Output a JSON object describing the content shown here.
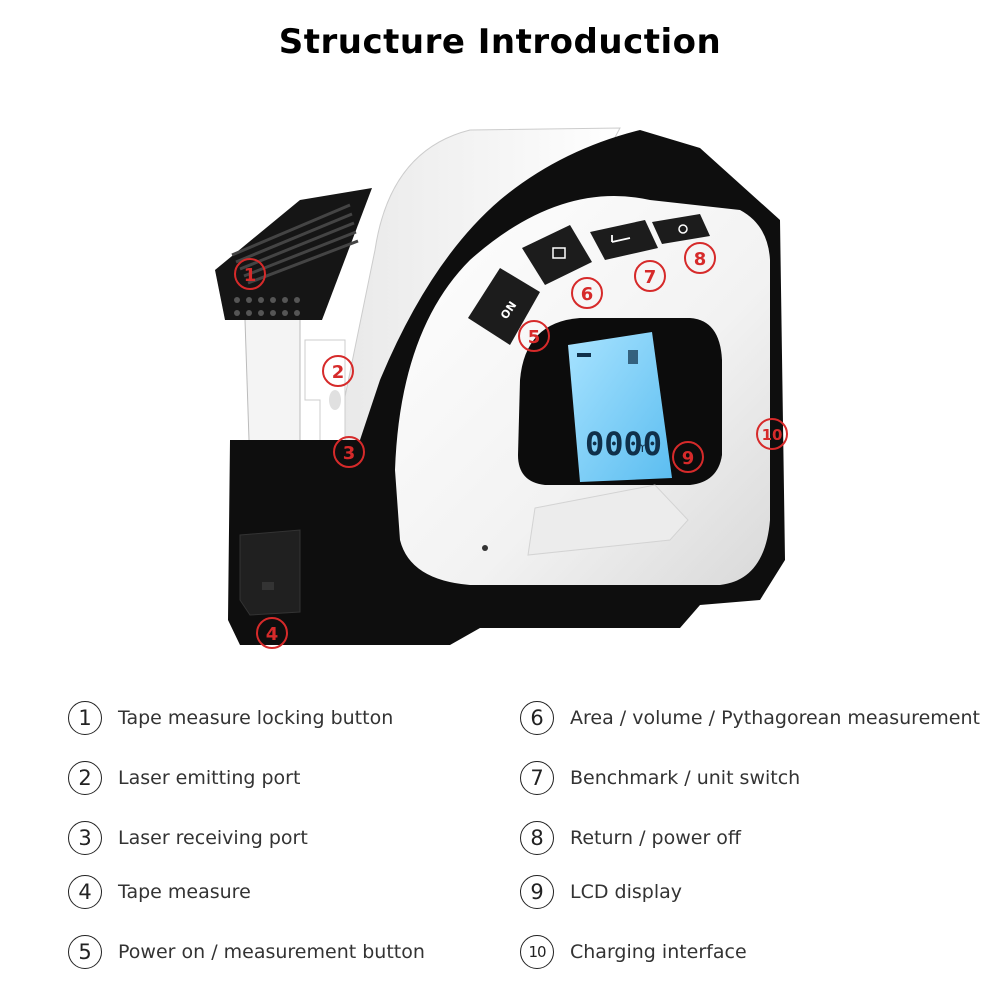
{
  "title": "Structure Introduction",
  "callouts": [
    "1",
    "2",
    "3",
    "4",
    "5",
    "6",
    "7",
    "8",
    "9",
    "10"
  ],
  "lcd_reading": "0000",
  "lcd_unit": "m",
  "on_label": "ON",
  "legend": [
    {
      "num": "1",
      "text": "Tape measure locking button"
    },
    {
      "num": "2",
      "text": "Laser emitting port"
    },
    {
      "num": "3",
      "text": "Laser receiving port"
    },
    {
      "num": "4",
      "text": "Tape measure"
    },
    {
      "num": "5",
      "text": "Power on / measurement button"
    },
    {
      "num": "6",
      "text": "Area / volume / Pythagorean measurement"
    },
    {
      "num": "7",
      "text": "Benchmark / unit switch"
    },
    {
      "num": "8",
      "text": "Return / power off"
    },
    {
      "num": "9",
      "text": "LCD display"
    },
    {
      "num": "10",
      "text": "Charging interface"
    }
  ],
  "colors": {
    "callout": "#d62a2a",
    "lcd": "#7fd3ff",
    "body": "#111111"
  }
}
